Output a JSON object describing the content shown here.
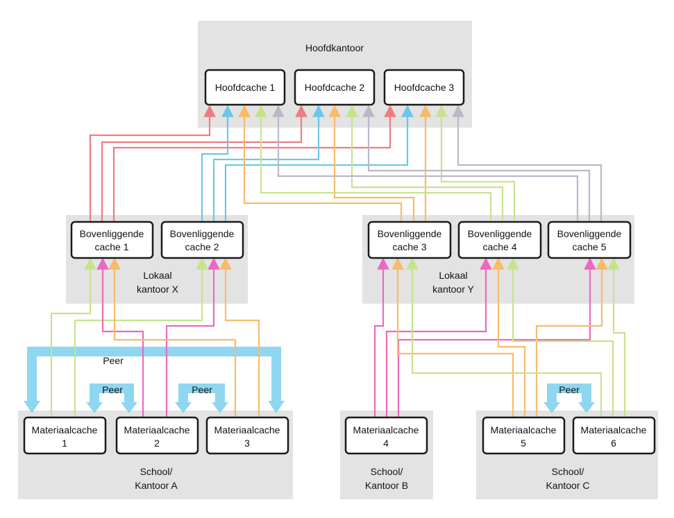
{
  "colors": {
    "region": "#e3e3e3",
    "peer": "#8fd6f0",
    "red": "#f07c80",
    "blue": "#6cc6ea",
    "orange": "#f8bb6a",
    "green": "#c6e38c",
    "gray": "#bdb6c8",
    "pink": "#ec69c1"
  },
  "regions": {
    "head": {
      "label": "Hoofdkantoor"
    },
    "localX": {
      "label_lines": [
        "Lokaal",
        "kantoor X"
      ]
    },
    "localY": {
      "label_lines": [
        "Lokaal",
        "kantoor Y"
      ]
    },
    "schoolA": {
      "label_lines": [
        "School/",
        "Kantoor A"
      ]
    },
    "schoolB": {
      "label_lines": [
        "School/",
        "Kantoor B"
      ]
    },
    "schoolC": {
      "label_lines": [
        "School/",
        "Kantoor C"
      ]
    }
  },
  "nodes": {
    "main1": {
      "lines": [
        "Hoofdcache 1"
      ]
    },
    "main2": {
      "lines": [
        "Hoofdcache 2"
      ]
    },
    "main3": {
      "lines": [
        "Hoofdcache 3"
      ]
    },
    "parent1": {
      "lines": [
        "Bovenliggende",
        "cache 1"
      ]
    },
    "parent2": {
      "lines": [
        "Bovenliggende",
        "cache 2"
      ]
    },
    "parent3": {
      "lines": [
        "Bovenliggende",
        "cache 3"
      ]
    },
    "parent4": {
      "lines": [
        "Bovenliggende",
        "cache 4"
      ]
    },
    "parent5": {
      "lines": [
        "Bovenliggende",
        "cache 5"
      ]
    },
    "content1": {
      "lines": [
        "Materiaalcache",
        "1"
      ]
    },
    "content2": {
      "lines": [
        "Materiaalcache",
        "2"
      ]
    },
    "content3": {
      "lines": [
        "Materiaalcache",
        "3"
      ]
    },
    "content4": {
      "lines": [
        "Materiaalcache",
        "4"
      ]
    },
    "content5": {
      "lines": [
        "Materiaalcache",
        "5"
      ]
    },
    "content6": {
      "lines": [
        "Materiaalcache",
        "6"
      ]
    }
  },
  "peers": {
    "a_wide": "Peer",
    "a_12": "Peer",
    "a_23": "Peer",
    "c_56": "Peer"
  }
}
